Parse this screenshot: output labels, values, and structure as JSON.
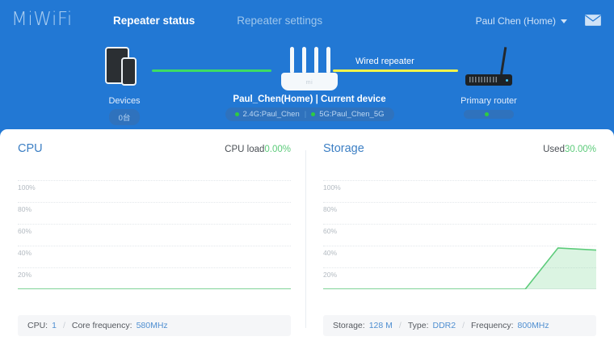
{
  "header": {
    "logo": "MiWiFi",
    "nav": [
      {
        "label": "Repeater status",
        "active": true
      },
      {
        "label": "Repeater settings",
        "active": false
      }
    ],
    "user": "Paul Chen (Home)",
    "chevron_icon": "chevron-down-icon",
    "mail_icon": "envelope-icon"
  },
  "topology": {
    "devices": {
      "label": "Devices",
      "count_badge": "0台",
      "icon": "devices-tablet-phone-icon"
    },
    "link_left": {
      "color": "#3ddc64",
      "label": ""
    },
    "current": {
      "label": "Paul_Chen(Home) | Current device",
      "icon": "wifi-router-icon",
      "brand_mark": "mi",
      "ssid_24": "2.4G:Paul_Chen",
      "ssid_5": "5G:Paul_Chen_5G"
    },
    "link_right": {
      "color": "#f3f34a",
      "label": "Wired repeater"
    },
    "primary": {
      "label": "Primary router",
      "icon": "modem-router-icon",
      "status_badge": ""
    }
  },
  "chart_data": [
    {
      "type": "line",
      "title": "CPU",
      "metric_label": "CPU load",
      "metric_value": "0.00%",
      "ylabel": "",
      "xlabel": "",
      "ylim": [
        0,
        110
      ],
      "yticks": [
        100,
        80,
        60,
        40,
        20
      ],
      "ytick_labels": [
        "100%",
        "80%",
        "60%",
        "40%",
        "20%"
      ],
      "grid": true,
      "legend": "none",
      "series": [
        {
          "name": "CPU load",
          "color": "#5ccb7a",
          "fill": "rgba(92,203,122,0.14)",
          "x": [
            0,
            10,
            20,
            30,
            40,
            50,
            60,
            70,
            80,
            90,
            100
          ],
          "values": [
            0,
            0,
            0,
            0,
            0,
            0,
            0,
            0,
            0,
            0,
            0
          ]
        }
      ],
      "footer": [
        {
          "label": "CPU:",
          "value": "1"
        },
        {
          "label": "Core frequency:",
          "value": "580MHz"
        }
      ]
    },
    {
      "type": "area",
      "title": "Storage",
      "metric_label": "Used",
      "metric_value": "30.00%",
      "ylabel": "",
      "xlabel": "",
      "ylim": [
        0,
        110
      ],
      "yticks": [
        100,
        80,
        60,
        40,
        20
      ],
      "ytick_labels": [
        "100%",
        "80%",
        "60%",
        "40%",
        "20%"
      ],
      "grid": true,
      "legend": "none",
      "series": [
        {
          "name": "Storage used",
          "color": "#5ccb7a",
          "fill": "rgba(92,203,122,0.22)",
          "x": [
            0,
            10,
            20,
            30,
            40,
            50,
            60,
            70,
            74,
            86,
            100
          ],
          "values": [
            0,
            0,
            0,
            0,
            0,
            0,
            0,
            0,
            0,
            38,
            36
          ]
        }
      ],
      "footer": [
        {
          "label": "Storage:",
          "value": "128 M"
        },
        {
          "label": "Type:",
          "value": "DDR2"
        },
        {
          "label": "Frequency:",
          "value": "800MHz"
        }
      ]
    }
  ],
  "colors": {
    "brand_blue": "#2278d4",
    "accent_green": "#5ccb7a",
    "link_yellow": "#f3f34a",
    "title_blue": "#3c7fc4"
  }
}
